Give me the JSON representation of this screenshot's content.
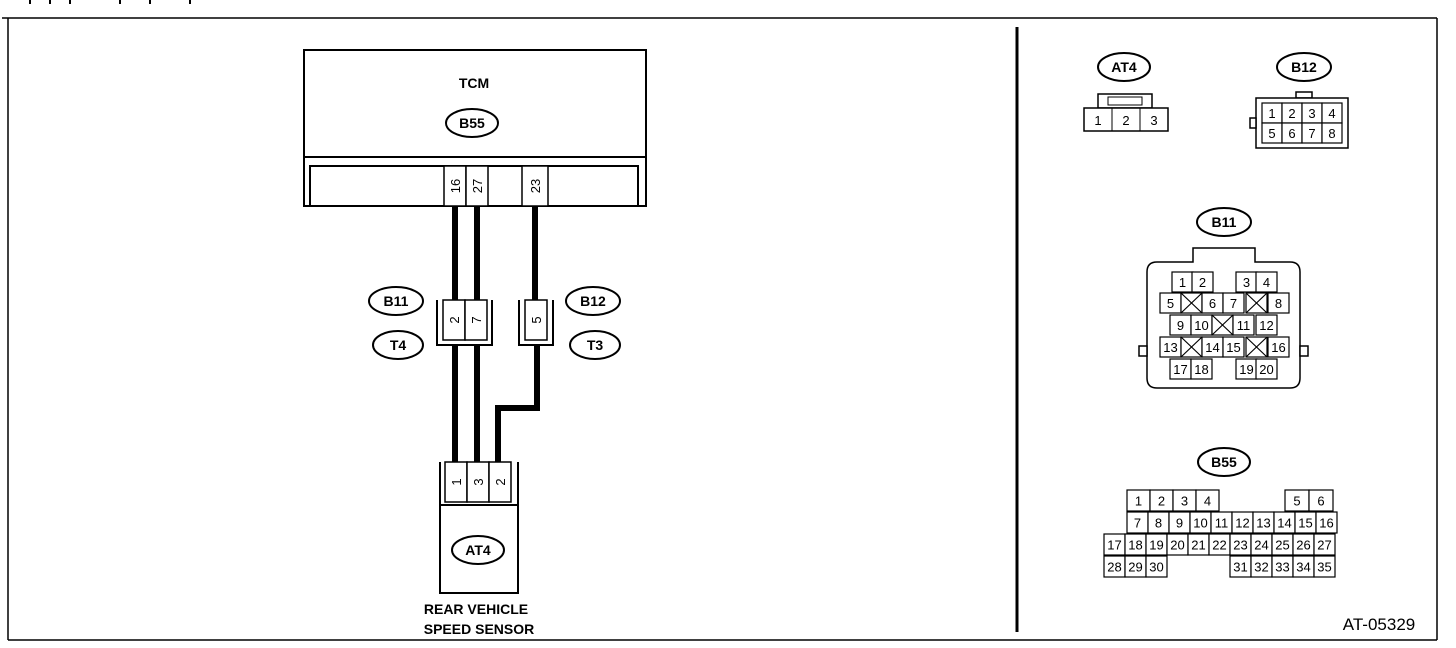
{
  "drawing_id": "AT-05329",
  "tcm": {
    "title": "TCM",
    "connector": "B55",
    "pins": [
      "16",
      "27",
      "23"
    ]
  },
  "sensor": {
    "connector": "AT4",
    "pins": [
      "1",
      "3",
      "2"
    ],
    "label_line1": "REAR VEHICLE",
    "label_line2": "SPEED SENSOR"
  },
  "junctions": {
    "left": {
      "top_label": "B11",
      "bottom_label": "T4",
      "pins": [
        "2",
        "7"
      ]
    },
    "right": {
      "top_label": "B12",
      "bottom_label": "T3",
      "pins": [
        "5"
      ]
    }
  },
  "faces": {
    "at4": {
      "label": "AT4",
      "pins": [
        "1",
        "2",
        "3"
      ]
    },
    "b12": {
      "label": "B12",
      "pins": [
        "1",
        "2",
        "3",
        "4",
        "5",
        "6",
        "7",
        "8"
      ]
    },
    "b11": {
      "label": "B11",
      "rows": [
        [
          "1",
          "2",
          "",
          "3",
          "4"
        ],
        [
          "5",
          "x",
          "6",
          "7",
          "x",
          "8"
        ],
        [
          "9",
          "10",
          "x",
          "11",
          "12"
        ],
        [
          "13",
          "x",
          "14",
          "15",
          "x",
          "16"
        ],
        [
          "17",
          "18",
          "",
          "19",
          "20"
        ]
      ]
    },
    "b55": {
      "label": "B55",
      "rows": [
        [
          "1",
          "2",
          "3",
          "4",
          "",
          "5",
          "6"
        ],
        [
          "7",
          "8",
          "9",
          "10",
          "11",
          "12",
          "13",
          "14",
          "15",
          "16"
        ],
        [
          "17",
          "18",
          "19",
          "20",
          "21",
          "22",
          "23",
          "24",
          "25",
          "26",
          "27"
        ],
        [
          "28",
          "29",
          "30",
          "31",
          "32",
          "33",
          "34",
          "35"
        ]
      ]
    }
  }
}
